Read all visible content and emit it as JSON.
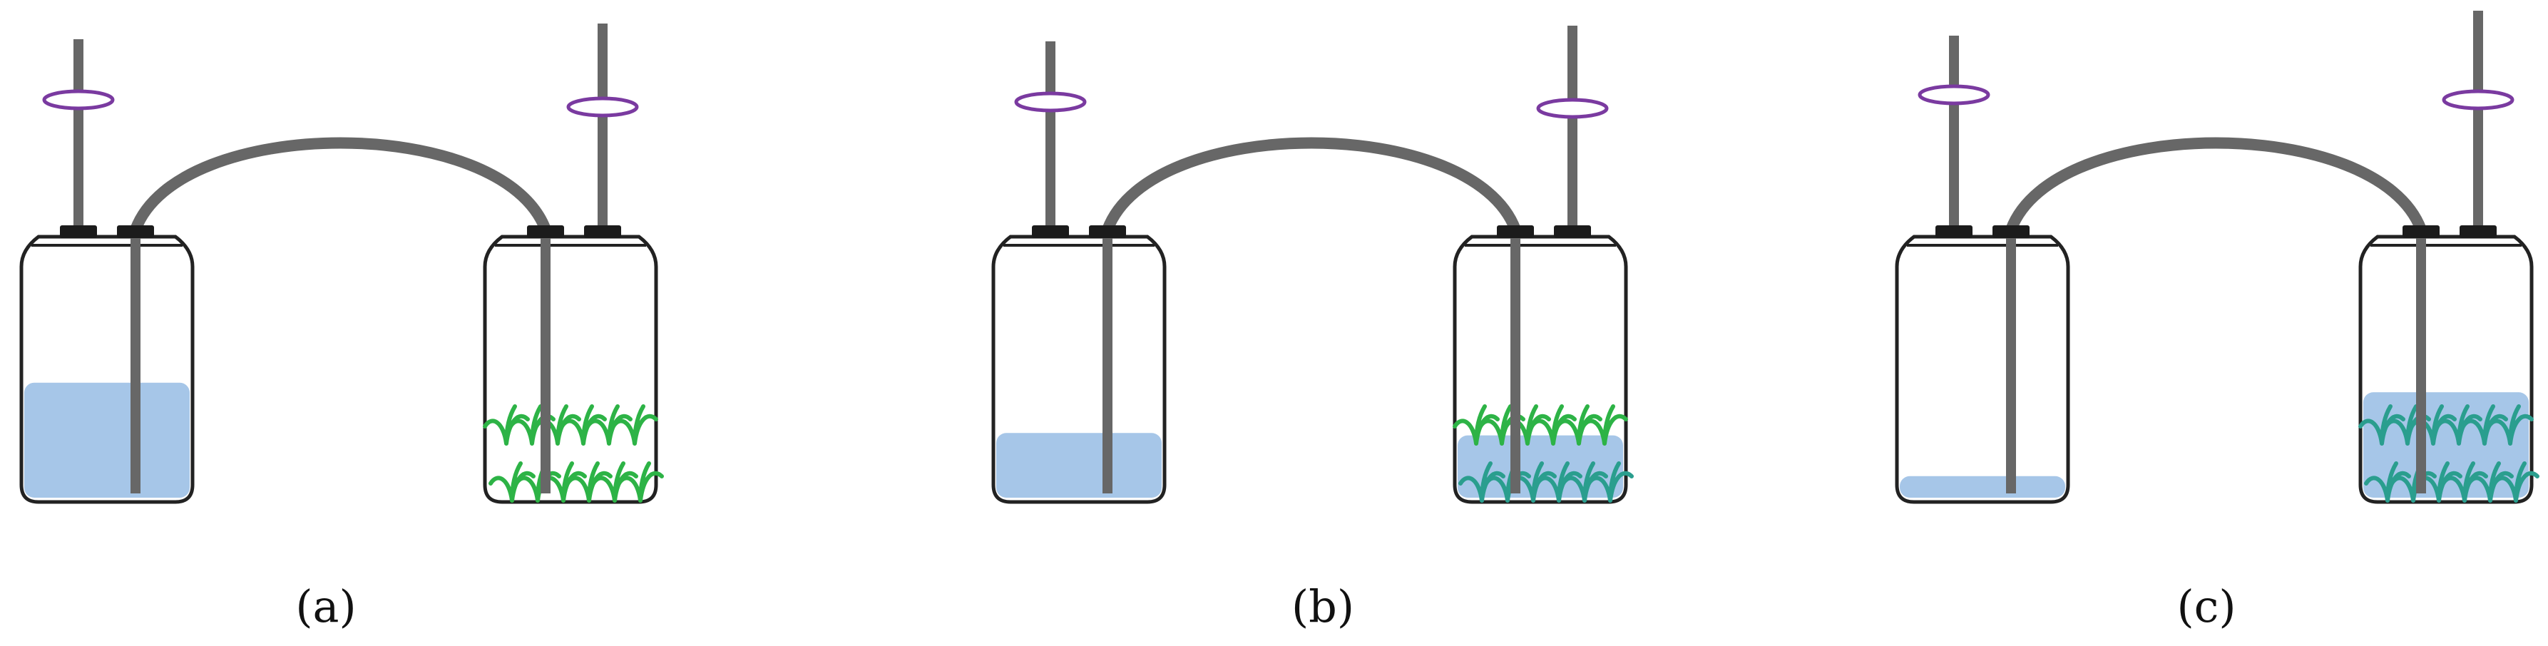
{
  "colors": {
    "tube": "#676767",
    "tube_inner": "#4a5f78",
    "cap": "#1b1b1b",
    "bottle_outline": "#222222",
    "water": "#a6c6e8",
    "plant": "#2db346",
    "plant_submerged": "#2a9e8e",
    "clamp": "#7a3aa0"
  },
  "panels": [
    {
      "label": "(a)",
      "source_level": 0.48,
      "target_level": 0.0,
      "clamp_state": "open"
    },
    {
      "label": "(b)",
      "source_level": 0.27,
      "target_level": 0.26,
      "clamp_state": "open"
    },
    {
      "label": "(c)",
      "source_level": 0.09,
      "target_level": 0.44,
      "clamp_state": "open"
    }
  ]
}
